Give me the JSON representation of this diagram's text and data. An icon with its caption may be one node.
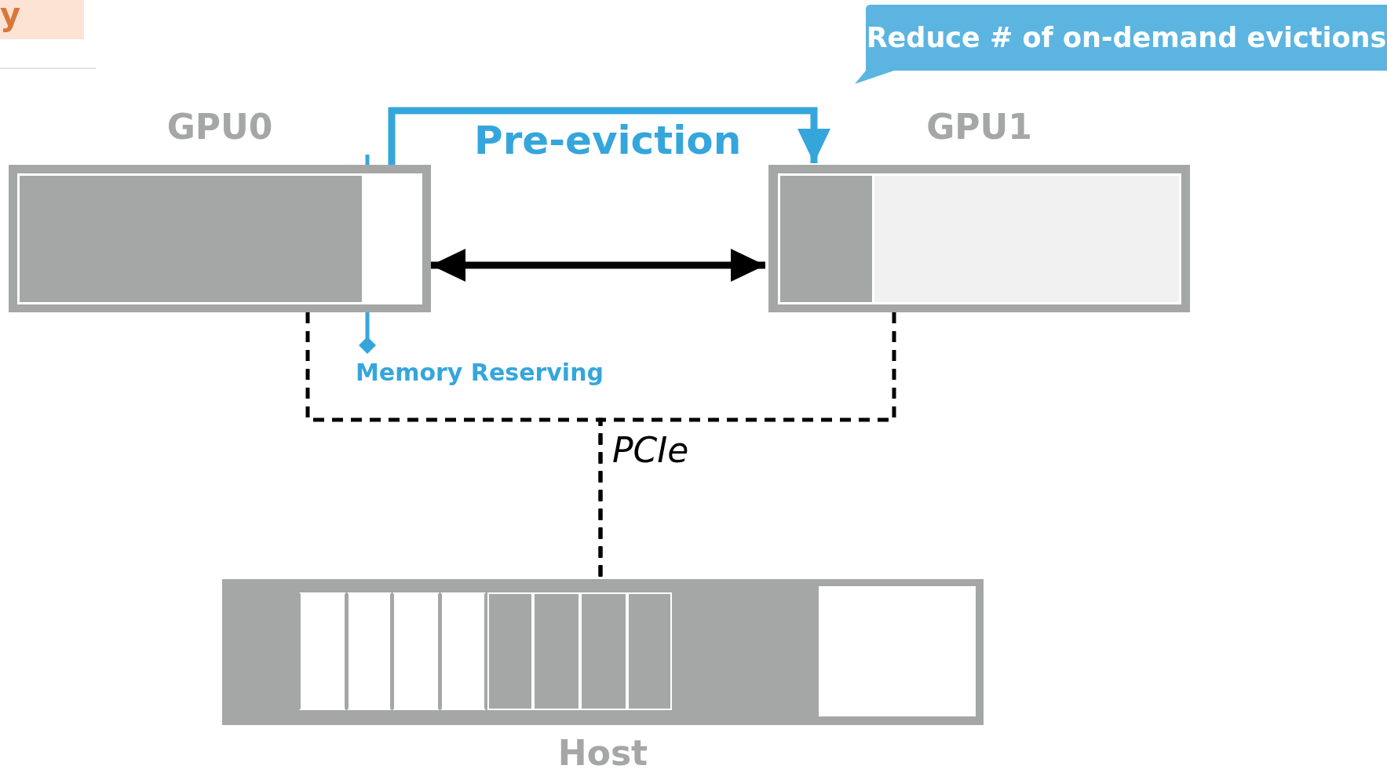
{
  "diagram": {
    "nodes": [
      {
        "text": [
          "GPU0"
        ]
      },
      {
        "text": [
          "GPU1"
        ]
      },
      {
        "text": [
          "Host"
        ]
      },
      {
        "text": [
          "Memory Reserving"
        ]
      },
      {
        "text": [
          "Reduce # of on-demand evictions"
        ]
      },
      {
        "text": [
          "y"
        ]
      }
    ],
    "edges": [
      {
        "from": 0,
        "to": 1,
        "arrow": "to",
        "label": "Pre-eviction",
        "style": "thick",
        "color": "#35a6dc"
      },
      {
        "from": 0,
        "to": 1,
        "arrow": "both",
        "style": "thick"
      },
      {
        "from": 0,
        "to": 2,
        "arrow": "none",
        "style": "dashed",
        "label": "PCIe"
      },
      {
        "from": 1,
        "to": 2,
        "arrow": "none",
        "style": "dashed"
      },
      {
        "from": 3,
        "to": 0,
        "arrow": "other",
        "color": "#35a6dc"
      }
    ]
  }
}
